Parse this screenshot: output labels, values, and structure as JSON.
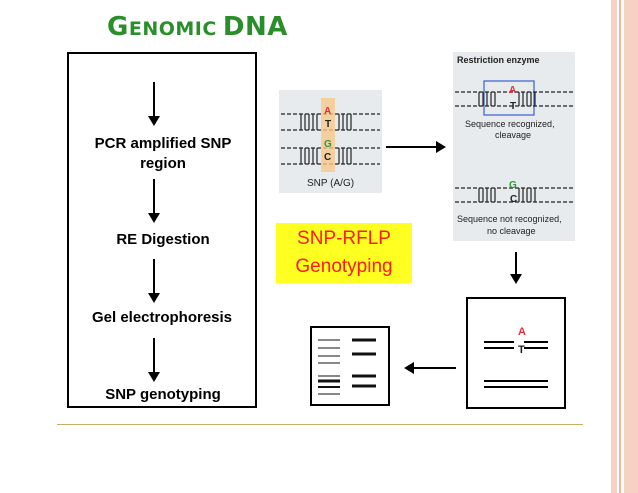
{
  "title": {
    "first_big": "G",
    "first_rest": "ENOMIC",
    "second": "DNA"
  },
  "flow_steps": [
    "PCR amplified SNP region",
    "RE Digestion",
    "Gel electrophoresis",
    "SNP genotyping"
  ],
  "flow_step_lines": {
    "step1_line1": "PCR amplified SNP",
    "step1_line2": "region"
  },
  "snp_panel": {
    "caption": "SNP (A/G)",
    "top_pair": [
      "A",
      "T"
    ],
    "bottom_pair": [
      "G",
      "C"
    ]
  },
  "enzyme_panel": {
    "heading": "Restriction enzyme",
    "recognized_line1": "Sequence recognized,",
    "recognized_line2": "cleavage",
    "recognized_pair": [
      "A",
      "T"
    ],
    "not_recognized_line1": "Sequence not recognized,",
    "not_recognized_line2": "no cleavage",
    "not_recognized_pair": [
      "G",
      "C"
    ]
  },
  "method_label": {
    "line1": "SNP-RFLP",
    "line2": "Genotyping"
  },
  "gel_result": {
    "top_pair": [
      "A",
      "T"
    ]
  },
  "colors": {
    "title_green": "#2a8f2a",
    "highlight_yellow": "#ffff22",
    "label_red": "#ff1a1a",
    "panel_grey": "#e7ebee",
    "allele_red": "#e0303a",
    "allele_green": "#2e9a3a",
    "recog_box_blue": "#3a5fcd"
  }
}
